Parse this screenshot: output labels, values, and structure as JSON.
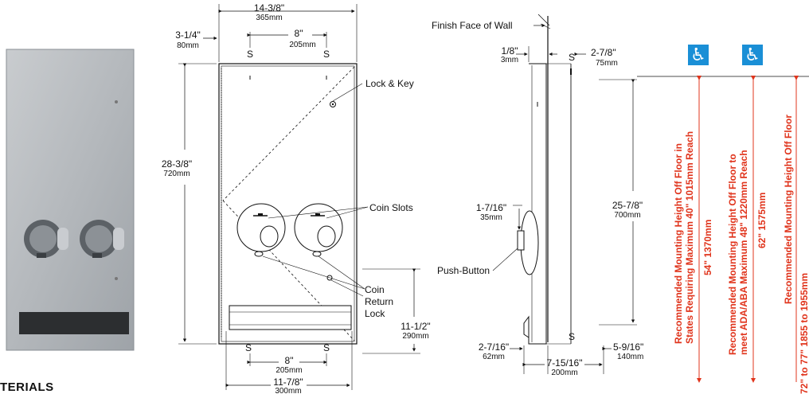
{
  "photo": {
    "alt": "dispenser-photo"
  },
  "front": {
    "width_in": "14-3/8\"",
    "width_mm": "365mm",
    "left_off_in": "3-1/4\"",
    "left_off_mm": "80mm",
    "top_span_in": "8\"",
    "top_span_mm": "205mm",
    "height_in": "28-3/8\"",
    "height_mm": "720mm",
    "lower_h_in": "11-1/2\"",
    "lower_h_mm": "290mm",
    "bottom_span_in": "8\"",
    "bottom_span_mm": "205mm",
    "bottom_w_in": "11-7/8\"",
    "bottom_w_mm": "300mm",
    "s": "S",
    "lock_key": "Lock & Key",
    "coin_slots": "Coin Slots",
    "coin": "Coin",
    "return": "Return",
    "lock": "Lock"
  },
  "side": {
    "finish_face": "Finish Face of Wall",
    "t1_in": "1/8\"",
    "t1_mm": "3mm",
    "t2_in": "2-7/8\"",
    "t2_mm": "75mm",
    "h_in": "25-7/8\"",
    "h_mm": "700mm",
    "btn_in": "1-7/16\"",
    "btn_mm": "35mm",
    "push_button": "Push-Button",
    "b1_in": "2-7/16\"",
    "b1_mm": "62mm",
    "b2_in": "7-15/16\"",
    "b2_mm": "200mm",
    "b3_in": "5-9/16\"",
    "b3_mm": "140mm",
    "s": "S"
  },
  "mounting": {
    "col1_line1": "Recommended Mounting Height Off Floor in",
    "col1_line2": "States Requiring Maximum   40\"  1015mm Reach",
    "col1_value": "54\"  1370mm",
    "col2_line1": "Recommended Mounting Height Off Floor to",
    "col2_line2": "meet ADA/ABA Maximum   48\"  1220mm Reach",
    "col2_value": "62\"  1575mm",
    "col3_line1": "Recommended Mounting Height Off Floor",
    "col3_value": "72\" to 77\"  1855 to 1955mm",
    "accessible_color": "#1a8fd6"
  },
  "footer": {
    "heading": "TERIALS"
  }
}
